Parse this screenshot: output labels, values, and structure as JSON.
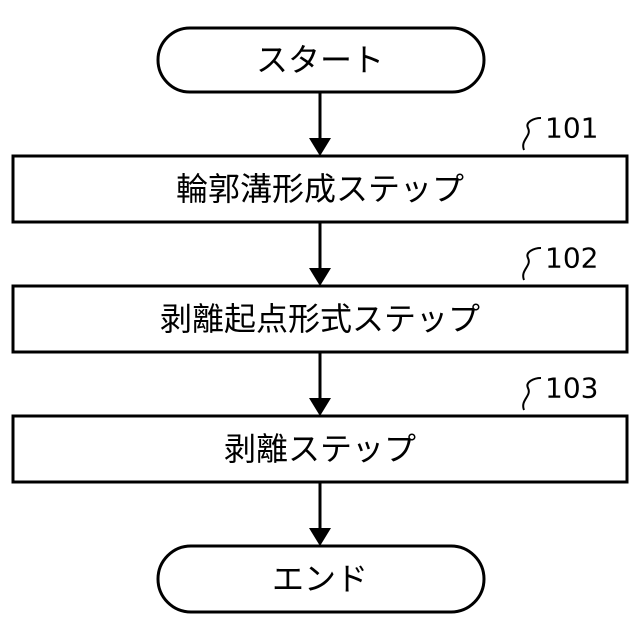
{
  "diagram": {
    "start": {
      "label": "スタート"
    },
    "steps": [
      {
        "label": "輪郭溝形成ステップ",
        "ref": "101"
      },
      {
        "label": "剥離起点形式ステップ",
        "ref": "102"
      },
      {
        "label": "剥離ステップ",
        "ref": "103"
      }
    ],
    "end": {
      "label": "エンド"
    }
  }
}
